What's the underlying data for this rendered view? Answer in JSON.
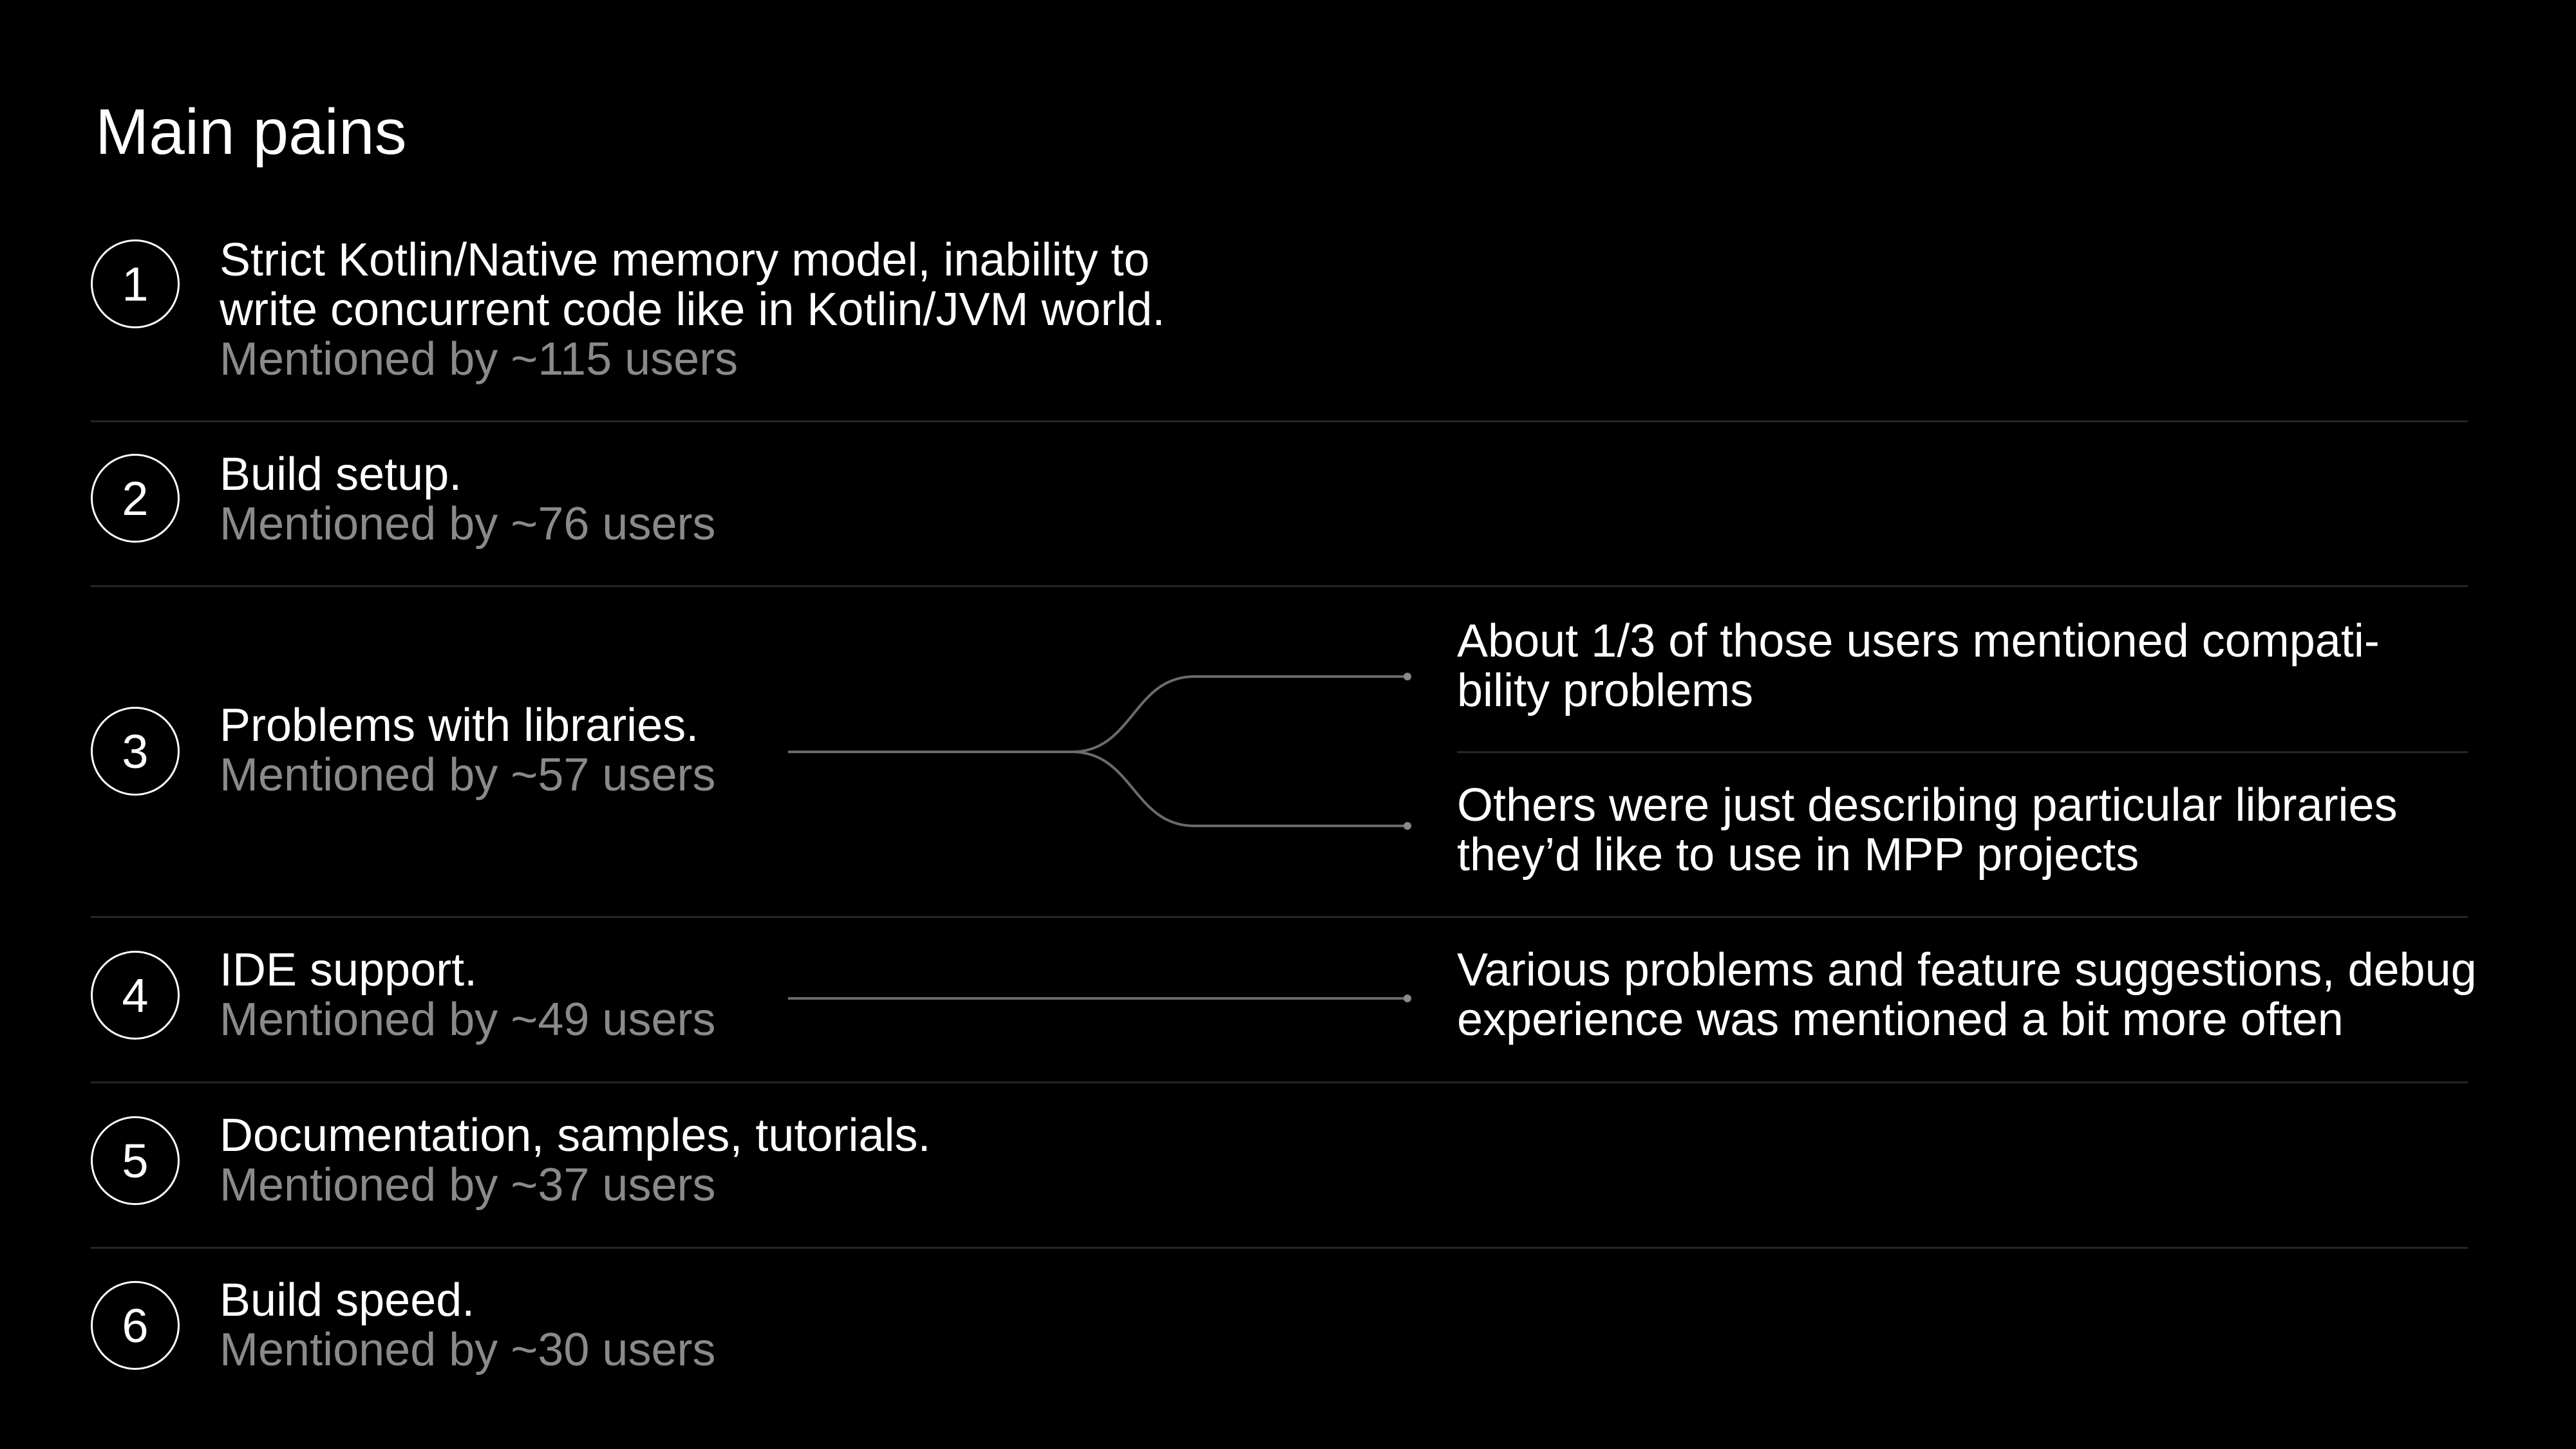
{
  "page": {
    "title": "Main pains"
  },
  "pains": [
    {
      "number": "1",
      "title_lines": [
        "Strict Kotlin/Native memory model, inability to",
        "write concurrent code like in Kotlin/JVM world."
      ],
      "mentions": "Mentioned by ~115 users"
    },
    {
      "number": "2",
      "title_lines": [
        "Build setup."
      ],
      "mentions": "Mentioned by ~76 users"
    },
    {
      "number": "3",
      "title_lines": [
        "Problems with libraries."
      ],
      "mentions": "Mentioned by ~57 users",
      "notes": [
        [
          "About 1/3 of those users mentioned compati-",
          "bility problems"
        ],
        [
          "Others were just describing particular libraries",
          "they’d like to use in MPP projects"
        ]
      ]
    },
    {
      "number": "4",
      "title_lines": [
        "IDE support."
      ],
      "mentions": "Mentioned by ~49 users",
      "notes": [
        [
          "Various problems and feature suggestions, debug",
          "experience was mentioned a bit more often"
        ]
      ]
    },
    {
      "number": "5",
      "title_lines": [
        "Documentation, samples, tutorials."
      ],
      "mentions": "Mentioned by ~37 users"
    },
    {
      "number": "6",
      "title_lines": [
        "Build speed."
      ],
      "mentions": "Mentioned by ~30 users"
    }
  ],
  "colors": {
    "background": "#000000",
    "text": "#ffffff",
    "muted_text": "#8a8a8a",
    "divider": "#262626",
    "connector": "#6b6b6b"
  }
}
